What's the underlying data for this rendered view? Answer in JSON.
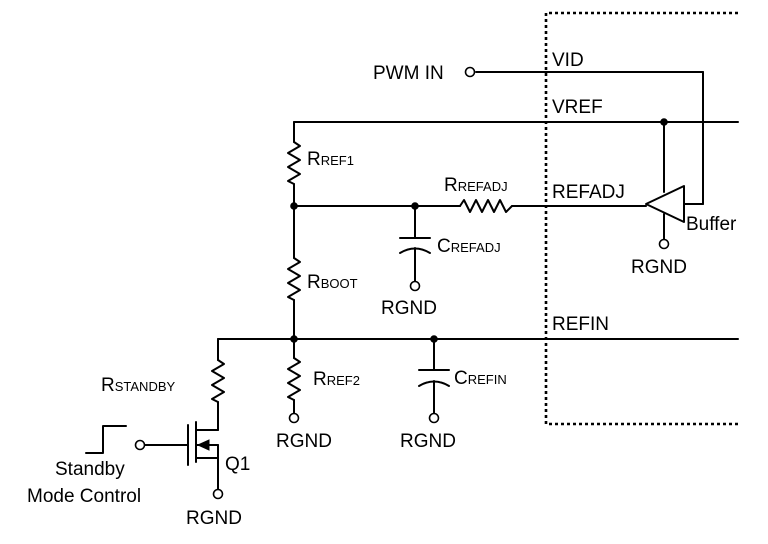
{
  "pins": {
    "vid": "VID",
    "vref": "VREF",
    "refadj": "REFADJ",
    "refin": "REFIN"
  },
  "input": {
    "pwm_in": "PWM IN"
  },
  "buffer": "Buffer",
  "components": {
    "rref1": {
      "main": "R",
      "sub": "REF1"
    },
    "rrefadj": {
      "main": "R",
      "sub": "REFADJ"
    },
    "crefadj": {
      "main": "C",
      "sub": "REFADJ"
    },
    "rboot": {
      "main": "R",
      "sub": "BOOT"
    },
    "rstandby": {
      "main": "R",
      "sub": "STANDBY"
    },
    "rref2": {
      "main": "R",
      "sub": "REF2"
    },
    "crefin": {
      "main": "C",
      "sub": "REFIN"
    },
    "q1": "Q1"
  },
  "grounds": {
    "buffer": "RGND",
    "crefadj": "RGND",
    "rref2": "RGND",
    "crefin": "RGND",
    "q1": "RGND"
  },
  "standby_control": {
    "line1": "Standby",
    "line2": "Mode Control"
  }
}
